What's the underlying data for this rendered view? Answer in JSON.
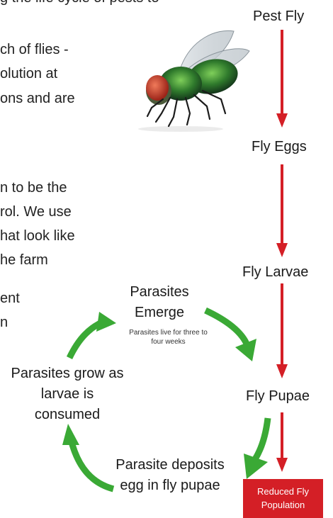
{
  "partial_text": [
    "g the life cycle of pests to",
    "ch of flies -",
    "olution at",
    "ons and are",
    "n to be the",
    "rol. We use",
    "hat look like",
    "he farm",
    "ent",
    "n"
  ],
  "lifecycle": {
    "stages": [
      "Pest Fly",
      "Fly Eggs",
      "Fly Larvae",
      "Fly Pupae"
    ],
    "result": "Reduced Fly Population"
  },
  "parasite_cycle": {
    "emerge": "Parasites Emerge",
    "emerge_note": "Parasites live for three to four weeks",
    "grow": "Parasites grow as larvae is consumed",
    "deposit": "Parasite deposits egg in fly pupae"
  },
  "colors": {
    "arrow_red": "#d41f26",
    "cycle_green": "#3aa935",
    "fly_green": "#3f7f2a",
    "fly_eye": "#c0392b"
  },
  "images": {
    "fly": "fly-photo"
  }
}
